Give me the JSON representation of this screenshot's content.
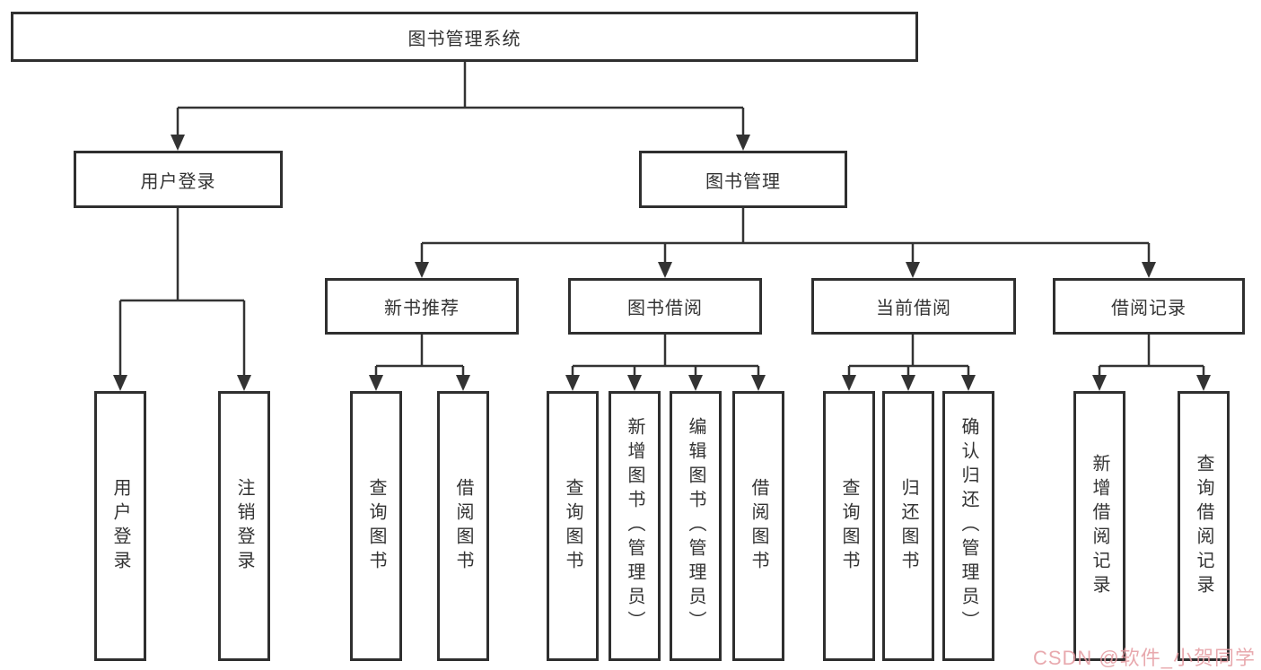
{
  "tree": {
    "root": {
      "label": "图书管理系统"
    },
    "level2": [
      {
        "label": "用户登录",
        "children": [
          {
            "label": "用户登录"
          },
          {
            "label": "注销登录"
          }
        ]
      },
      {
        "label": "图书管理",
        "children": [
          {
            "label": "新书推荐",
            "children": [
              {
                "label": "查询图书"
              },
              {
                "label": "借阅图书"
              }
            ]
          },
          {
            "label": "图书借阅",
            "children": [
              {
                "label": "查询图书"
              },
              {
                "label": "新增图书（管理员）"
              },
              {
                "label": "编辑图书（管理员）"
              },
              {
                "label": "借阅图书"
              }
            ]
          },
          {
            "label": "当前借阅",
            "children": [
              {
                "label": "查询图书"
              },
              {
                "label": "归还图书"
              },
              {
                "label": "确认归还（管理员）"
              }
            ]
          },
          {
            "label": "借阅记录",
            "children": [
              {
                "label": "新增借阅记录"
              },
              {
                "label": "查询借阅记录"
              }
            ]
          }
        ]
      }
    ]
  },
  "watermark": {
    "text": "CSDN @软件_小贺同学",
    "color": "#e59ba1"
  },
  "colors": {
    "box_border": "#2f2f2f",
    "connector": "#333333",
    "text": "#333333",
    "background": "#ffffff"
  }
}
